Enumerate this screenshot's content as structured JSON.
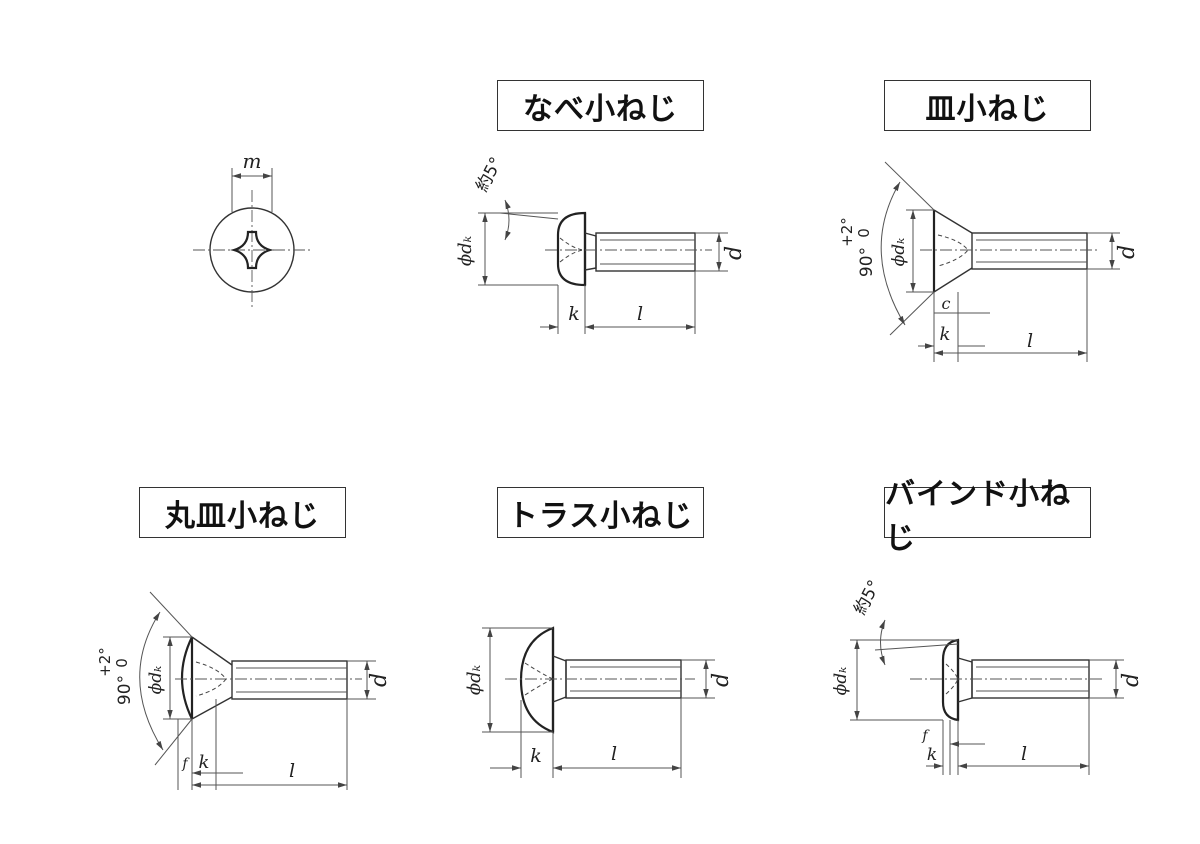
{
  "titles": {
    "pan": "なべ小ねじ",
    "flat": "皿小ねじ",
    "oval": "丸皿小ねじ",
    "truss": "トラス小ねじ",
    "binding": "バインド小ねじ"
  },
  "labels": {
    "m": "m",
    "d": "d",
    "phi_dk": "ϕdₖ",
    "k": "k",
    "l": "l",
    "c": "c",
    "f": "f",
    "approx_5deg": "約5°",
    "angle_90": "90°",
    "tol_plus": "+2°",
    "tol_zero": "0"
  },
  "colors": {
    "line": "#333333",
    "background": "#ffffff"
  }
}
